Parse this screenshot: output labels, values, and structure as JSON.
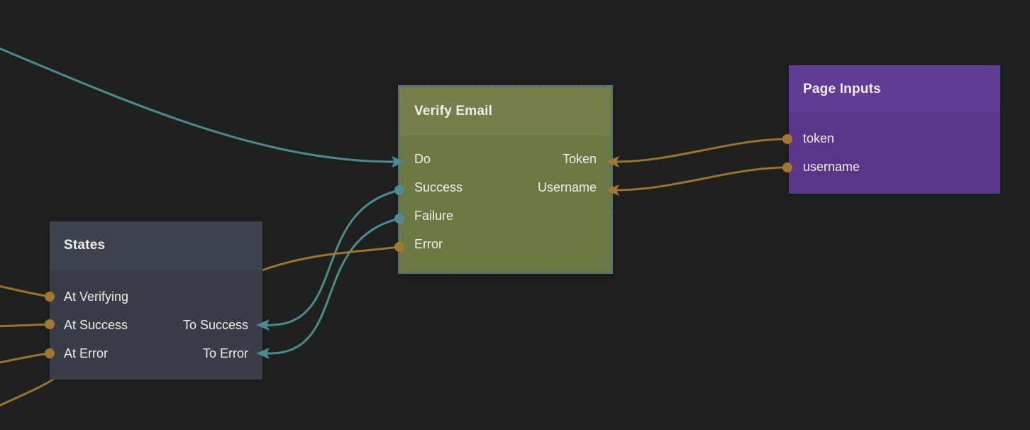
{
  "colors": {
    "background": "#1f2020",
    "wire_teal": "#4d8b93",
    "wire_orange": "#9c742c",
    "port_teal": "#4d8b93",
    "port_orange": "#a3782e",
    "verify_header": "#747f4b",
    "verify_body": "#6c7844",
    "verify_selection_border": "#49747d",
    "page_inputs_header": "#623b97",
    "page_inputs_body": "#5a3589",
    "states_header": "#3e4350",
    "states_body": "#393d48",
    "text": "#efeee8"
  },
  "nodes": {
    "verify_email": {
      "title": "Verify Email",
      "rows": [
        {
          "left": "Do",
          "right": "Token"
        },
        {
          "left": "Success",
          "right": "Username"
        },
        {
          "left": "Failure",
          "right": ""
        },
        {
          "left": "Error",
          "right": ""
        }
      ]
    },
    "page_inputs": {
      "title": "Page Inputs",
      "rows": [
        {
          "left": "token"
        },
        {
          "left": "username"
        }
      ]
    },
    "states": {
      "title": "States",
      "rows": [
        {
          "left": "At Verifying",
          "right": ""
        },
        {
          "left": "At Success",
          "right": "To Success"
        },
        {
          "left": "At Error",
          "right": "To Error"
        }
      ]
    }
  },
  "connections": [
    {
      "name": "offscreen-to-do",
      "color": "teal"
    },
    {
      "name": "page-inputs-token-to-verify-token",
      "color": "orange"
    },
    {
      "name": "page-inputs-username-to-verify-username",
      "color": "orange"
    },
    {
      "name": "verify-success-to-states-to-success",
      "color": "teal"
    },
    {
      "name": "verify-failure-to-states-to-error",
      "color": "teal"
    },
    {
      "name": "verify-error-to-offscreen",
      "color": "orange"
    },
    {
      "name": "offscreen-to-at-verifying",
      "color": "orange"
    },
    {
      "name": "offscreen-to-at-success",
      "color": "orange"
    },
    {
      "name": "offscreen-to-at-error",
      "color": "orange"
    }
  ]
}
